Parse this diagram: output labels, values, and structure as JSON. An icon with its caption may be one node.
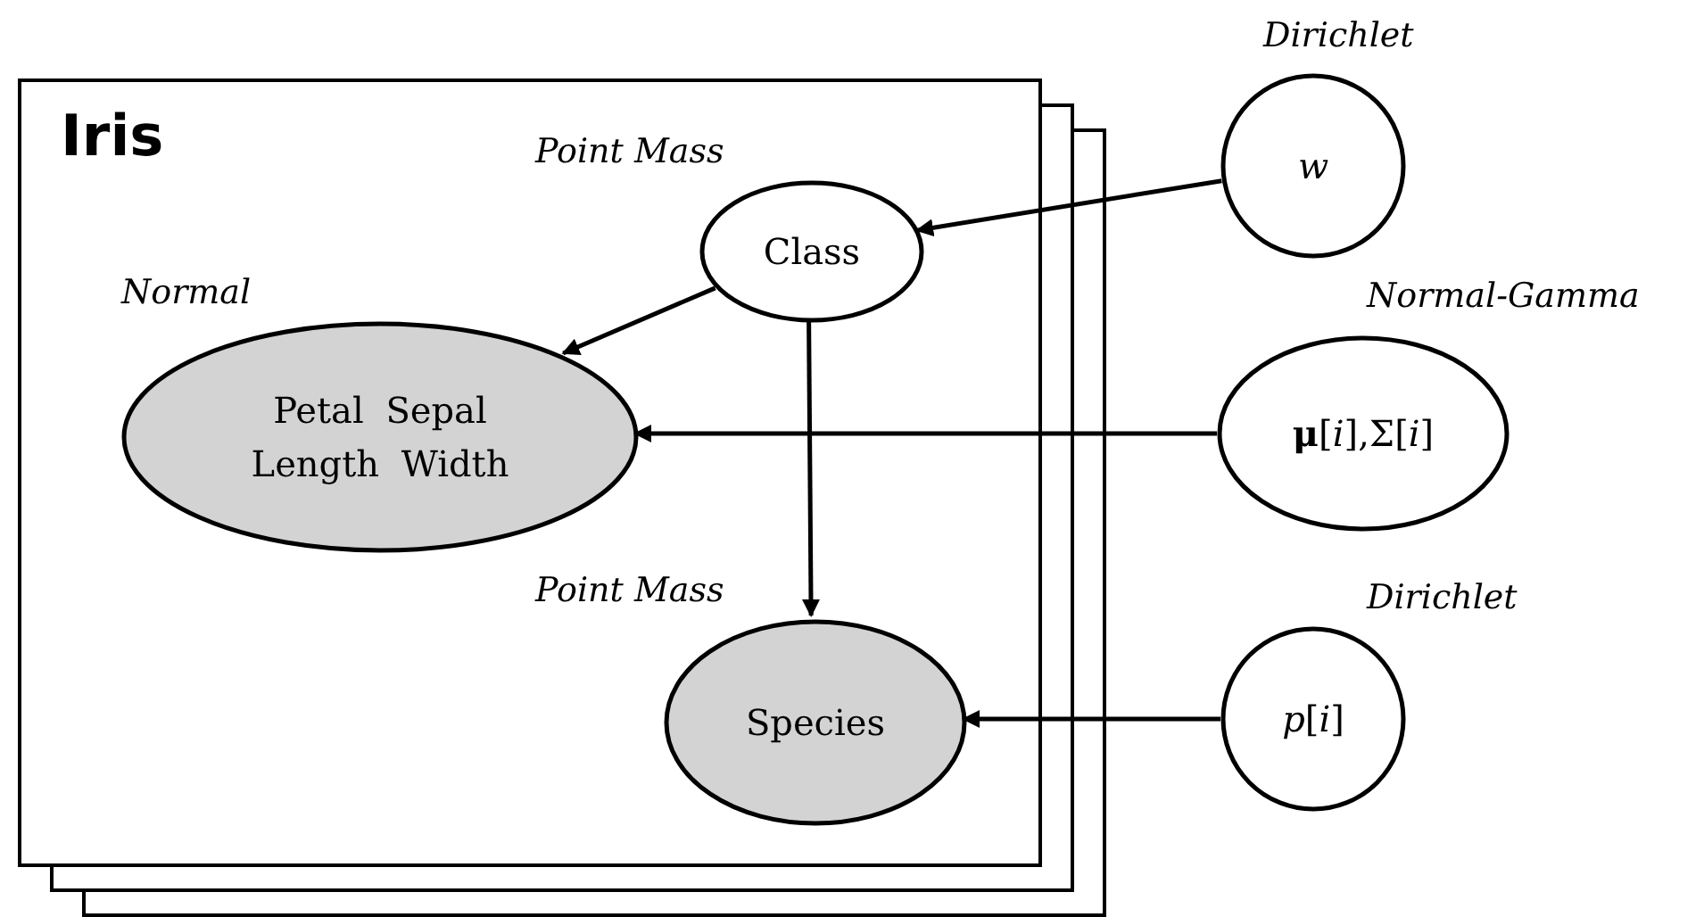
{
  "diagram": {
    "nodes": [
      {
        "text": [
          "Iris"
        ]
      },
      {
        "text": [
          "Class"
        ],
        "in": 0,
        "beside": [
          "Point Mass"
        ]
      },
      {
        "text": [
          "Petal Sepal Length Width"
        ],
        "in": 0,
        "beside": [
          "Normal"
        ]
      },
      {
        "text": [
          "Species"
        ],
        "in": 0,
        "beside": [
          "Point Mass"
        ]
      },
      {
        "text": [
          "w"
        ],
        "beside": [
          "Dirichlet"
        ]
      },
      {
        "text": [
          "**μ**[*i*],Σ[*i*]"
        ],
        "beside": [
          "Normal-Gamma"
        ]
      },
      {
        "text": [
          "*p*[*i*]"
        ],
        "beside": [
          "Dirichlet"
        ]
      }
    ],
    "edges": [
      {
        "from": 4,
        "to": 1,
        "arrow": "to"
      },
      {
        "from": 1,
        "to": 2,
        "arrow": "to"
      },
      {
        "from": 1,
        "to": 3,
        "arrow": "to"
      },
      {
        "from": 5,
        "to": 2,
        "arrow": "to"
      },
      {
        "from": 6,
        "to": 3,
        "arrow": "to"
      }
    ]
  }
}
